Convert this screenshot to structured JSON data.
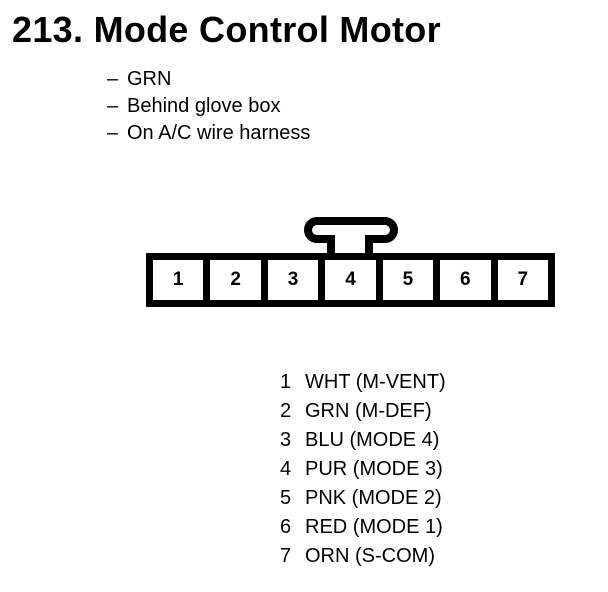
{
  "page": {
    "background": "#ffffff",
    "text_color": "#000000"
  },
  "title": "213. Mode Control Motor",
  "notes": [
    {
      "bullet": "–",
      "text": "GRN"
    },
    {
      "bullet": "–",
      "text": "Behind glove box"
    },
    {
      "bullet": "–",
      "text": "On A/C wire harness"
    }
  ],
  "connector": {
    "pin_numbers": [
      "1",
      "2",
      "3",
      "4",
      "5",
      "6",
      "7"
    ]
  },
  "pin_list": [
    {
      "num": "1",
      "label": "WHT (M-VENT)"
    },
    {
      "num": "2",
      "label": "GRN (M-DEF)"
    },
    {
      "num": "3",
      "label": "BLU (MODE 4)"
    },
    {
      "num": "4",
      "label": "PUR (MODE 3)"
    },
    {
      "num": "5",
      "label": "PNK (MODE 2)"
    },
    {
      "num": "6",
      "label": "RED (MODE 1)"
    },
    {
      "num": "7",
      "label": "ORN (S-COM)"
    }
  ]
}
